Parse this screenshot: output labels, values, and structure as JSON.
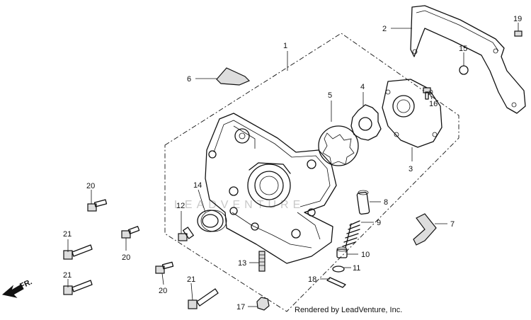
{
  "diagram": {
    "callouts": [
      {
        "num": "1"
      },
      {
        "num": "2"
      },
      {
        "num": "3"
      },
      {
        "num": "4"
      },
      {
        "num": "5"
      },
      {
        "num": "6"
      },
      {
        "num": "7"
      },
      {
        "num": "8"
      },
      {
        "num": "9"
      },
      {
        "num": "10"
      },
      {
        "num": "11"
      },
      {
        "num": "12"
      },
      {
        "num": "13"
      },
      {
        "num": "14"
      },
      {
        "num": "15"
      },
      {
        "num": "16"
      },
      {
        "num": "17"
      },
      {
        "num": "18"
      },
      {
        "num": "19"
      },
      {
        "num": "20"
      },
      {
        "num": "20"
      },
      {
        "num": "20"
      },
      {
        "num": "21"
      },
      {
        "num": "21"
      },
      {
        "num": "21"
      }
    ],
    "direction_label": "FR.",
    "watermark": "LEADVENTURE",
    "footer": "Rendered by LeadVenture, Inc."
  }
}
